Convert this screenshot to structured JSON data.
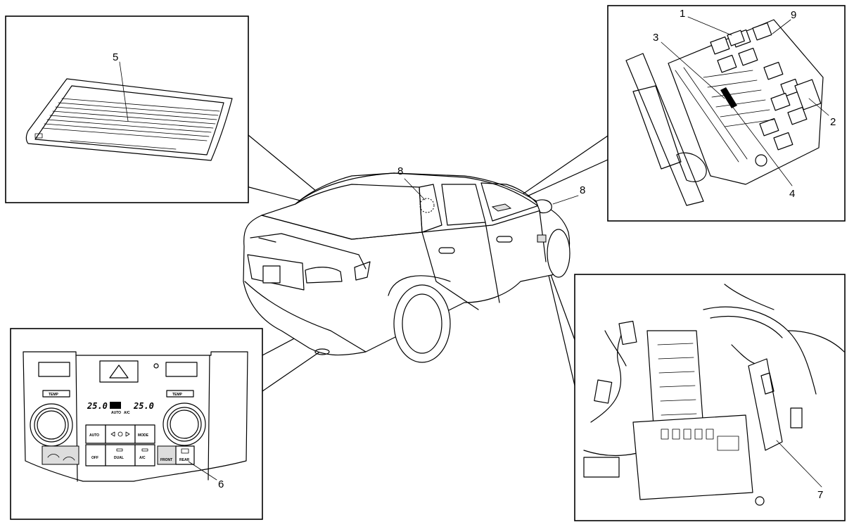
{
  "callouts": {
    "c1": "1",
    "c2": "2",
    "c3": "3",
    "c4": "4",
    "c5": "5",
    "c6": "6",
    "c7": "7",
    "c8a": "8",
    "c8b": "8",
    "c9": "9"
  },
  "panel": {
    "temp_left": "TEMP",
    "temp_right": "TEMP",
    "display_left": "25.0",
    "display_right": "25.0",
    "display_auto": "AUTO",
    "display_ac": "A/C",
    "auto": "AUTO",
    "mode": "MODE",
    "off": "OFF",
    "dual": "DUAL",
    "ac": "A/C",
    "front": "FRONT",
    "rear": "REAR"
  }
}
